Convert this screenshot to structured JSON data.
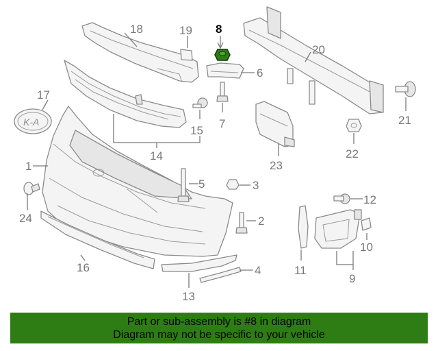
{
  "diagram": {
    "highlight_color": "#2e7d14",
    "highlighted_part": "8",
    "callouts": [
      {
        "id": "1",
        "label": "1"
      },
      {
        "id": "2",
        "label": "2"
      },
      {
        "id": "3",
        "label": "3"
      },
      {
        "id": "4",
        "label": "4"
      },
      {
        "id": "5",
        "label": "5"
      },
      {
        "id": "6",
        "label": "6"
      },
      {
        "id": "7",
        "label": "7"
      },
      {
        "id": "8",
        "label": "8"
      },
      {
        "id": "9",
        "label": "9"
      },
      {
        "id": "10",
        "label": "10"
      },
      {
        "id": "11",
        "label": "11"
      },
      {
        "id": "12",
        "label": "12"
      },
      {
        "id": "13",
        "label": "13"
      },
      {
        "id": "14",
        "label": "14"
      },
      {
        "id": "15",
        "label": "15"
      },
      {
        "id": "16",
        "label": "16"
      },
      {
        "id": "17",
        "label": "17"
      },
      {
        "id": "18",
        "label": "18"
      },
      {
        "id": "19",
        "label": "19"
      },
      {
        "id": "20",
        "label": "20"
      },
      {
        "id": "21",
        "label": "21"
      },
      {
        "id": "22",
        "label": "22"
      },
      {
        "id": "23",
        "label": "23"
      },
      {
        "id": "24",
        "label": "24"
      }
    ]
  },
  "footer": {
    "line1": "Part or sub-assembly is #8 in diagram",
    "line2": "Diagram may not be specific to your vehicle",
    "background": "#2e7d14"
  }
}
